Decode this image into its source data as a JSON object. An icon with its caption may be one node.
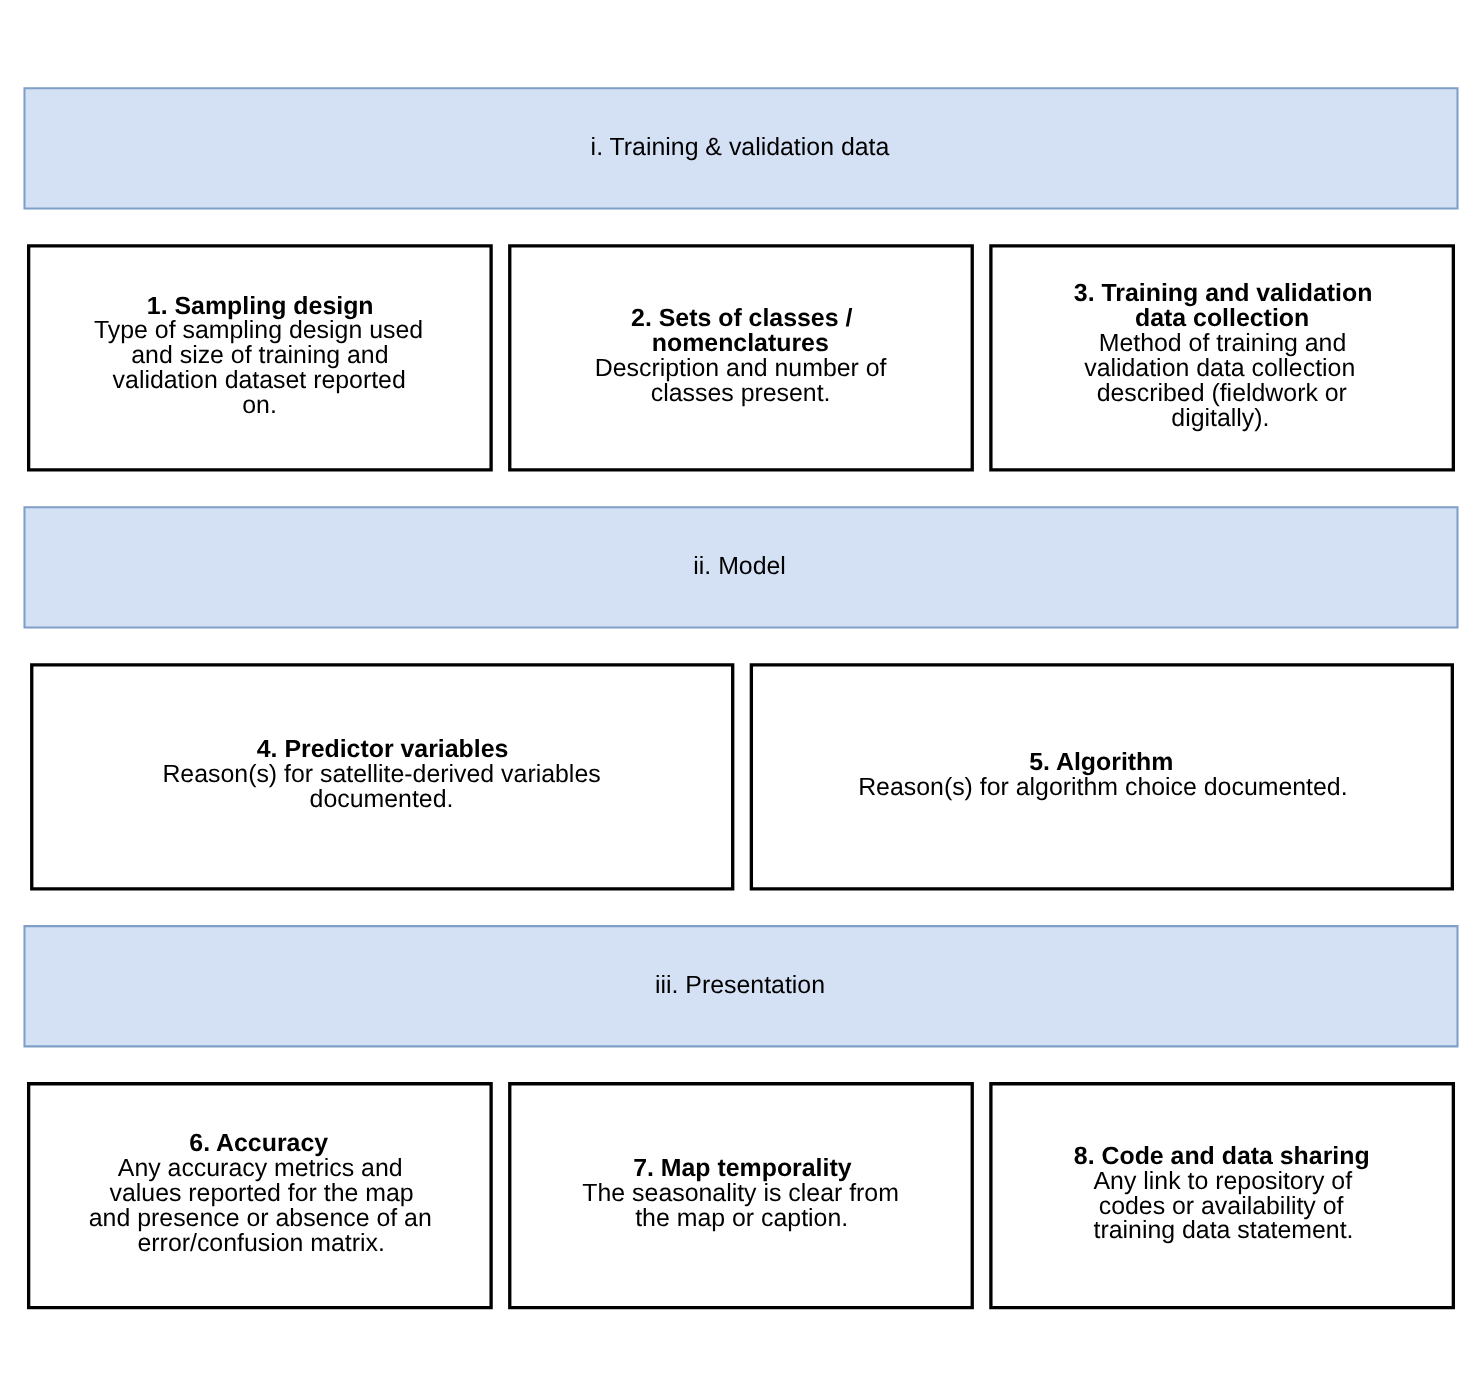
{
  "diagram": {
    "nodes": [
      {
        "text": [
          "i. Training & validation data"
        ]
      },
      {
        "text": [
          "1. Sampling design",
          "Type of sampling design used and size of training and validation dataset reported on."
        ]
      },
      {
        "text": [
          "2. Sets of classes / nomenclatures",
          "Description and number of classes present."
        ]
      },
      {
        "text": [
          "3. Training and validation data collection",
          "Method of training and validation data collection described (fieldwork or digitally)."
        ]
      },
      {
        "text": [
          "ii. Model"
        ]
      },
      {
        "text": [
          "4. Predictor variables",
          "Reason(s) for satellite-derived variables documented."
        ]
      },
      {
        "text": [
          "5. Algorithm",
          "Reason(s) for algorithm choice documented."
        ]
      },
      {
        "text": [
          "iii. Presentation"
        ]
      },
      {
        "text": [
          "6. Accuracy",
          "Any accuracy metrics and values reported for the map and presence or absence of an error/confusion matrix."
        ]
      },
      {
        "text": [
          "7. Map temporality",
          "The seasonality is clear from the map or caption."
        ]
      },
      {
        "text": [
          "8. Code and data sharing",
          "Any link to repository of codes or availability of training data statement."
        ]
      }
    ],
    "edges": []
  }
}
